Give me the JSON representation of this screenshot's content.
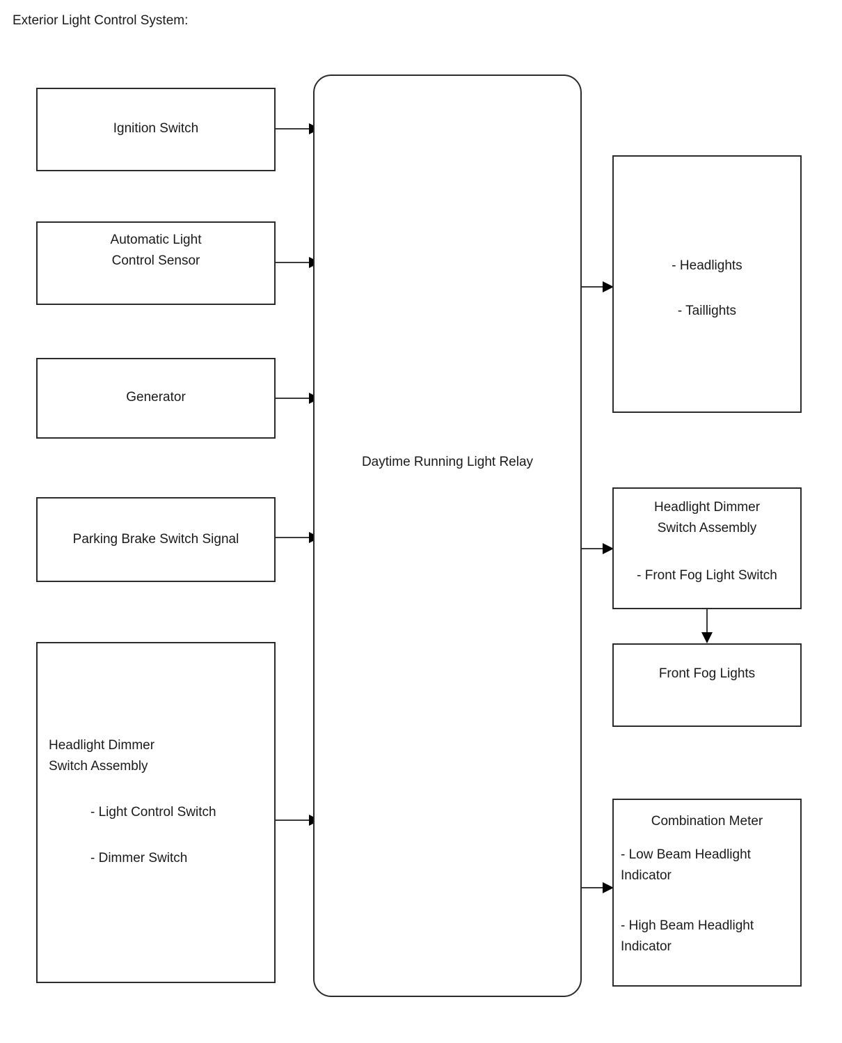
{
  "diagram": {
    "title": "Exterior Light Control System:",
    "inputs": [
      {
        "id": "ignition-switch",
        "label": "Ignition Switch",
        "align": "center"
      },
      {
        "id": "automatic-light-control-sensor",
        "label": "Automatic Light\nControl Sensor",
        "align": "center"
      },
      {
        "id": "generator",
        "label": "Generator",
        "align": "center"
      },
      {
        "id": "parking-brake-switch-signal",
        "label": "Parking Brake Switch Signal",
        "align": "center"
      },
      {
        "id": "headlight-dimmer-switch-assembly-input",
        "title": "Headlight Dimmer\nSwitch Assembly",
        "items": [
          "- Light Control Switch",
          "- Dimmer Switch"
        ],
        "align": "left"
      }
    ],
    "controller": {
      "id": "daytime-running-light-relay",
      "label": "Daytime Running Light Relay"
    },
    "outputs": [
      {
        "id": "lamps",
        "items": [
          "- Headlights",
          "- Taillights"
        ]
      },
      {
        "id": "headlight-dimmer-switch-assembly-output",
        "title": "Headlight Dimmer\nSwitch Assembly",
        "items": [
          "- Front Fog Light Switch"
        ]
      },
      {
        "id": "front-fog-lights",
        "label": "Front Fog Lights"
      },
      {
        "id": "combination-meter",
        "title": "Combination Meter",
        "items": [
          "- Low Beam Headlight\n  Indicator",
          "- High Beam Headlight\n  Indicator"
        ]
      }
    ],
    "connections": [
      {
        "from": "ignition-switch",
        "to": "daytime-running-light-relay"
      },
      {
        "from": "automatic-light-control-sensor",
        "to": "daytime-running-light-relay"
      },
      {
        "from": "generator",
        "to": "daytime-running-light-relay"
      },
      {
        "from": "parking-brake-switch-signal",
        "to": "daytime-running-light-relay"
      },
      {
        "from": "headlight-dimmer-switch-assembly-input",
        "to": "daytime-running-light-relay"
      },
      {
        "from": "daytime-running-light-relay",
        "to": "lamps"
      },
      {
        "from": "daytime-running-light-relay",
        "to": "headlight-dimmer-switch-assembly-output"
      },
      {
        "from": "headlight-dimmer-switch-assembly-output",
        "to": "front-fog-lights"
      },
      {
        "from": "daytime-running-light-relay",
        "to": "combination-meter"
      }
    ],
    "colors": {
      "stroke": "#2b2b2b",
      "wire": "#3a3a3a",
      "text": "#1a1a1a",
      "background": "#ffffff"
    }
  }
}
